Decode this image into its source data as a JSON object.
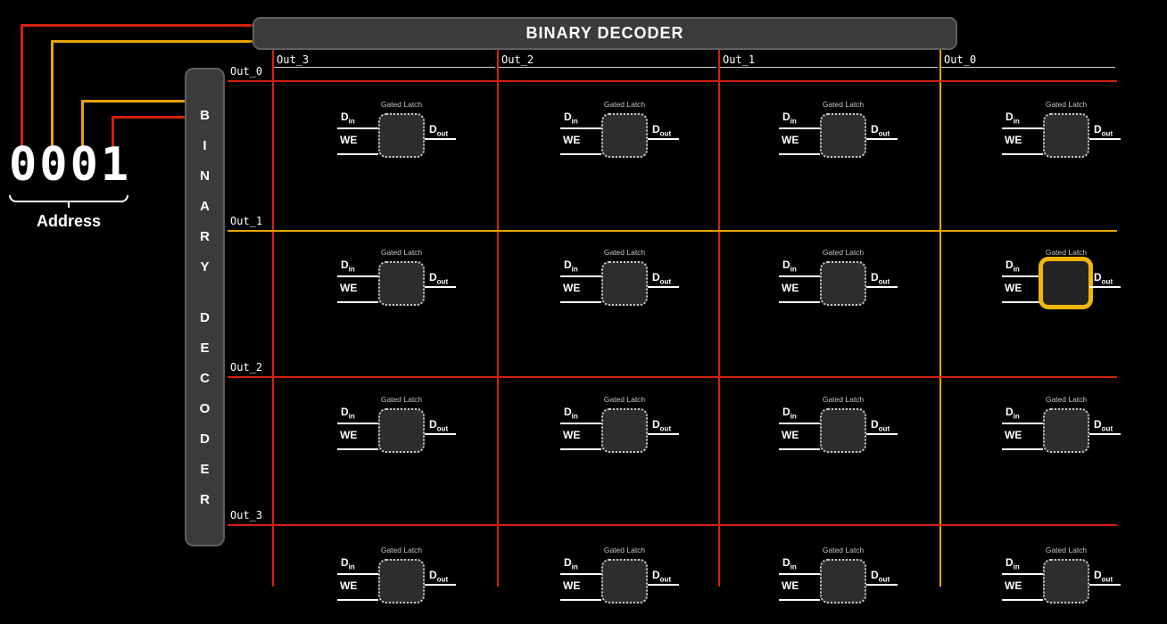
{
  "colors": {
    "background": "#000000",
    "wire_red": "#d6200f",
    "wire_yellow": "#e8a400",
    "highlight": "#f2b50a",
    "decoder_fill": "#3b3b3b",
    "latch_fill": "#2d2d2d",
    "text": "#ffffff"
  },
  "address": {
    "value": "0001",
    "label": "Address"
  },
  "top_decoder": {
    "label": "BINARY DECODER"
  },
  "left_decoder": {
    "label": "BINARY DECODER",
    "letters": [
      "B",
      "I",
      "N",
      "A",
      "R",
      "Y",
      "D",
      "E",
      "C",
      "O",
      "D",
      "E",
      "R"
    ],
    "word_break_after": 5
  },
  "columns": [
    {
      "label": "Out_3",
      "active": false
    },
    {
      "label": "Out_2",
      "active": false
    },
    {
      "label": "Out_1",
      "active": false
    },
    {
      "label": "Out_0",
      "active": true
    }
  ],
  "rows": [
    {
      "label": "Out_0",
      "active": false
    },
    {
      "label": "Out_1",
      "active": true
    },
    {
      "label": "Out_2",
      "active": false
    },
    {
      "label": "Out_3",
      "active": false
    }
  ],
  "cell": {
    "title": "Gated Latch",
    "din_label": "D",
    "din_sub": "in",
    "we_label": "WE",
    "dout_label": "D",
    "dout_sub": "out"
  },
  "selected_cell": {
    "row_index": 1,
    "col_index": 3,
    "row_label": "Out_1",
    "column_label": "Out_0"
  }
}
